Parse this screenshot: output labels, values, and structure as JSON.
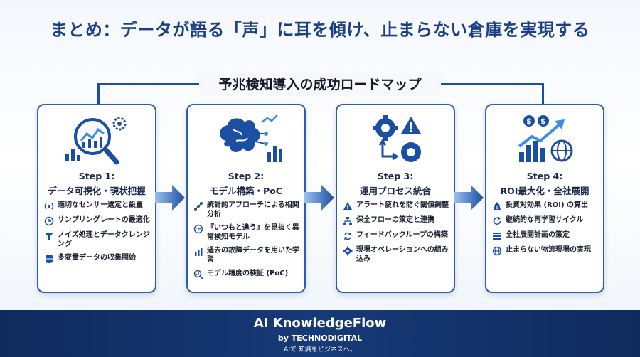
{
  "page_title": "まとめ：データが語る「声」に耳を傾け、止まらない倉庫を実現する",
  "roadmap_title": "予兆検知導入の成功ロードマップ",
  "colors": {
    "primary": "#1b4fa3",
    "accent": "#3a8ee6",
    "footer_bg": "#0f2a5c"
  },
  "steps": [
    {
      "step": "Step 1:",
      "title": "データ可視化・現状把握",
      "icon": "magnifier-chart-gear-icon",
      "items": [
        {
          "icon": "sensor-icon",
          "text": "適切なセンサー選定と設置"
        },
        {
          "icon": "clock-icon",
          "text": "サンプリングレートの最適化"
        },
        {
          "icon": "filter-icon",
          "text": "ノイズ処理とデータクレンジング"
        },
        {
          "icon": "database-icon",
          "text": "多変量データの収集開始"
        }
      ]
    },
    {
      "step": "Step 2:",
      "title": "モデル構築・PoC",
      "icon": "brain-chart-icon",
      "items": [
        {
          "icon": "network-icon",
          "text": "統計的アプローチによる相関分析"
        },
        {
          "icon": "brain-icon",
          "text": "『いつもと違う』を見抜く異常検知モデル"
        },
        {
          "icon": "bar-chart-icon",
          "text": "過去の故障データを用いた学習"
        },
        {
          "icon": "check-search-icon",
          "text": "モデル精度の検証 (PoC)"
        }
      ]
    },
    {
      "step": "Step 3:",
      "title": "運用プロセス統合",
      "icon": "gears-warning-icon",
      "items": [
        {
          "icon": "warning-icon",
          "text": "アラート疲れを防ぐ閾値調整"
        },
        {
          "icon": "hierarchy-icon",
          "text": "保全フローの策定と連携"
        },
        {
          "icon": "cycle-icon",
          "text": "フィードバックループの構築"
        },
        {
          "icon": "gear-icon",
          "text": "現場オペレーションへの組み込み"
        }
      ]
    },
    {
      "step": "Step 4:",
      "title": "ROI最大化・全社展開",
      "icon": "growth-globe-icon",
      "items": [
        {
          "icon": "money-icon",
          "text": "投資対効果 (ROI) の算出"
        },
        {
          "icon": "refresh-icon",
          "text": "継続的な再学習サイクル"
        },
        {
          "icon": "list-icon",
          "text": "全社展開計画の策定"
        },
        {
          "icon": "globe-icon",
          "text": "止まらない物流現場の実現"
        }
      ]
    }
  ],
  "footer": {
    "brand": "AI KnowledgeFlow",
    "by": "by TECHNODIGITAL",
    "tagline": "AIで 知識をビジネスへ。"
  }
}
